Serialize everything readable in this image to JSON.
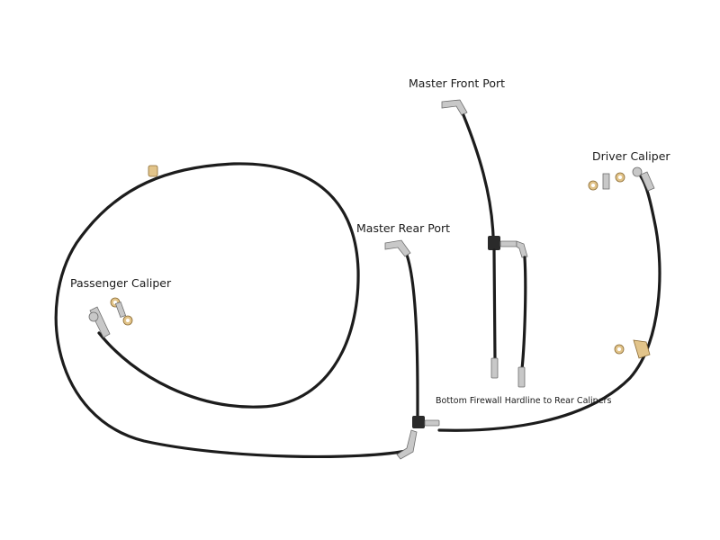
{
  "labels": {
    "master_front_port": "Master Front Port",
    "driver_caliper": "Driver Caliper",
    "master_rear_port": "Master Rear Port",
    "passenger_caliper": "Passenger Caliper",
    "bottom_firewall": "Bottom Firewall Hardline to Rear Calipers"
  },
  "colors": {
    "hose": "#1c1c1c",
    "steel_fitting": "#c8c8c8",
    "brass_washer": "#e2c48a",
    "background": "#ffffff"
  }
}
